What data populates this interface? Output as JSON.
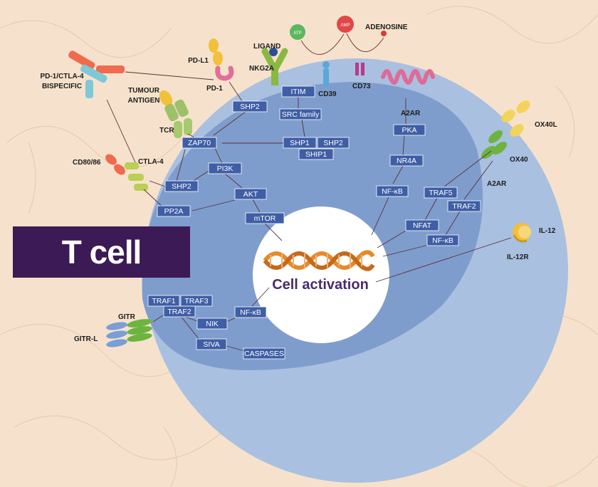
{
  "title": "T cell",
  "center_label": "Cell activation",
  "colors": {
    "background": "#f6e2cc",
    "cell_outer": "#a9c0e0",
    "cell_inner": "#7f9dcc",
    "nucleus": "#ffffff",
    "node": "#3f5ea6",
    "title_box": "#3c1a56",
    "dna": "#e58a2b",
    "center_text": "#4a2a6b"
  },
  "nodes": {
    "itim": "ITIM",
    "src_family": "SRC family",
    "shp1_a": "SHP1",
    "shp2_a": "SHP2",
    "ship1": "SHIP1",
    "shp2_b": "SHP2",
    "zap70": "ZAP70",
    "pi3k": "PI3K",
    "shp2_c": "SHP2",
    "akt": "AKT",
    "pp2a": "PP2A",
    "mtor": "mTOR",
    "pka": "PKA",
    "nr4a": "NR4A",
    "nfkb_a": "NF-κB",
    "traf5": "TRAF5",
    "traf2_a": "TRAF2",
    "nfat": "NFAT",
    "nfkb_b": "NF-κB",
    "traf1": "TRAF1",
    "traf3": "TRAF3",
    "traf2_b": "TRAF2",
    "nik": "NIK",
    "nfkb_c": "NF-κB",
    "siva": "SIVA",
    "caspases": "CASPASES"
  },
  "labels": {
    "pd1_ctla4": "PD-1/CTLA-4",
    "bispecific": "BISPECIFIC",
    "pd_l1": "PD-L1",
    "pd_1": "PD-1",
    "tumour": "TUMOUR",
    "antigen": "ANTIGEN",
    "tcr": "TCR",
    "cd80_86": "CD80/86",
    "ctla_4": "CTLA-4",
    "ligand": "LIGAND",
    "nkg2a": "NKG2A",
    "cd39": "CD39",
    "cd73": "CD73",
    "adenosine": "ADENOSINE",
    "atp": "ATP",
    "amp": "AMP",
    "a2ar_small": "A2AR",
    "a2ar_big": "A2AR",
    "ox40l": "OX40L",
    "ox40": "OX40",
    "il_12": "IL-12",
    "il_12r": "IL-12R",
    "gitr": "GITR",
    "gitr_l": "GITR-L"
  }
}
